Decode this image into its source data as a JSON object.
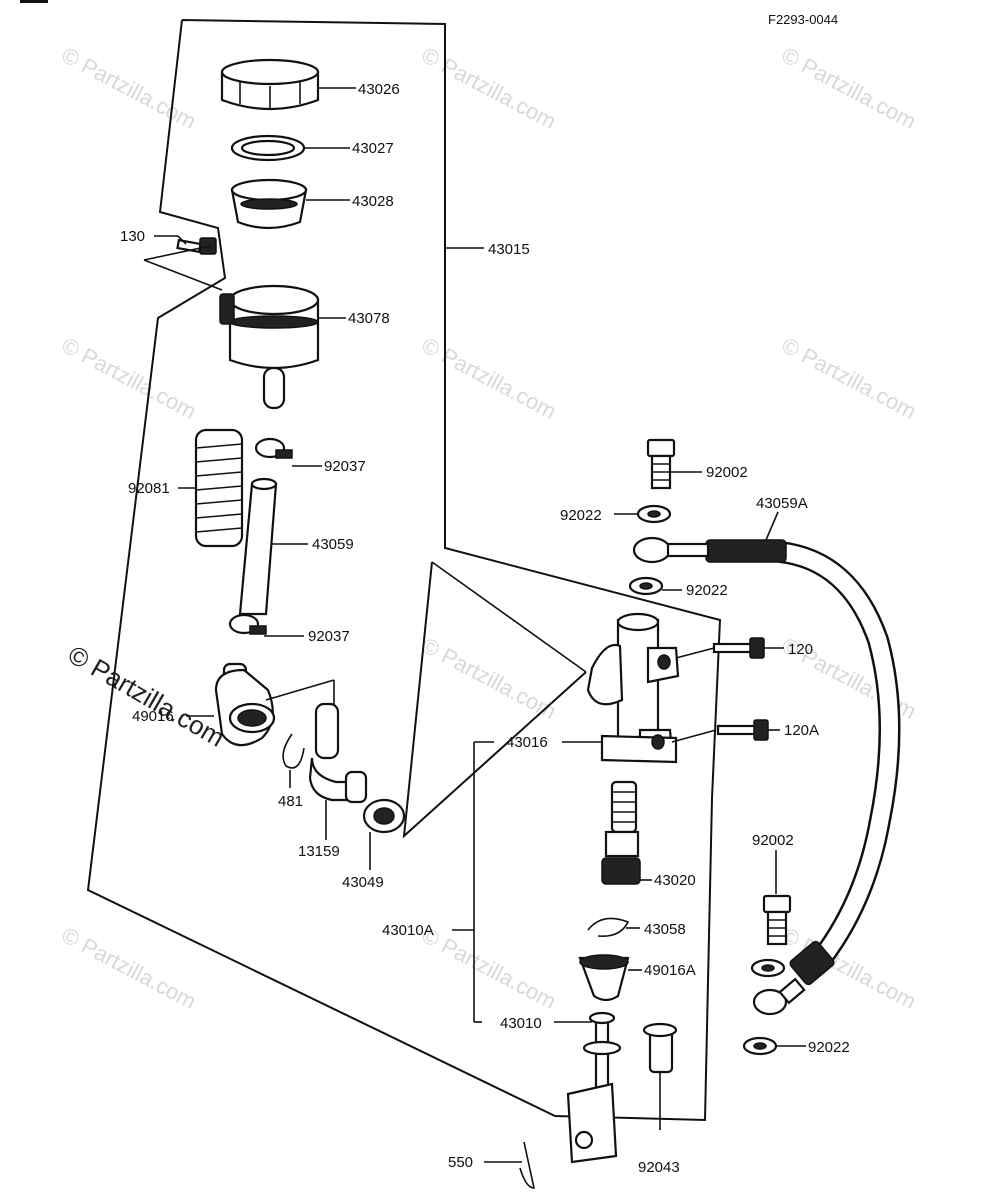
{
  "diagram_code": "F2293-0044",
  "watermark": "© Partzilla.com",
  "parts": {
    "p43026": "43026",
    "p43027": "43027",
    "p43028": "43028",
    "p130": "130",
    "p43015": "43015",
    "p43078": "43078",
    "p92081": "92081",
    "p92037a": "92037",
    "p43059": "43059",
    "p92037b": "92037",
    "p49016": "49016",
    "p481": "481",
    "p13159": "13159",
    "p43049": "43049",
    "p92002a": "92002",
    "p92022a": "92022",
    "p43059A": "43059A",
    "p92022b": "92022",
    "p120": "120",
    "p120A": "120A",
    "p43016": "43016",
    "p43020": "43020",
    "p43058": "43058",
    "p43010A": "43010A",
    "p49016A": "49016A",
    "p43010": "43010",
    "p92002b": "92002",
    "p92022c": "92022",
    "p550": "550",
    "p92043": "92043"
  }
}
